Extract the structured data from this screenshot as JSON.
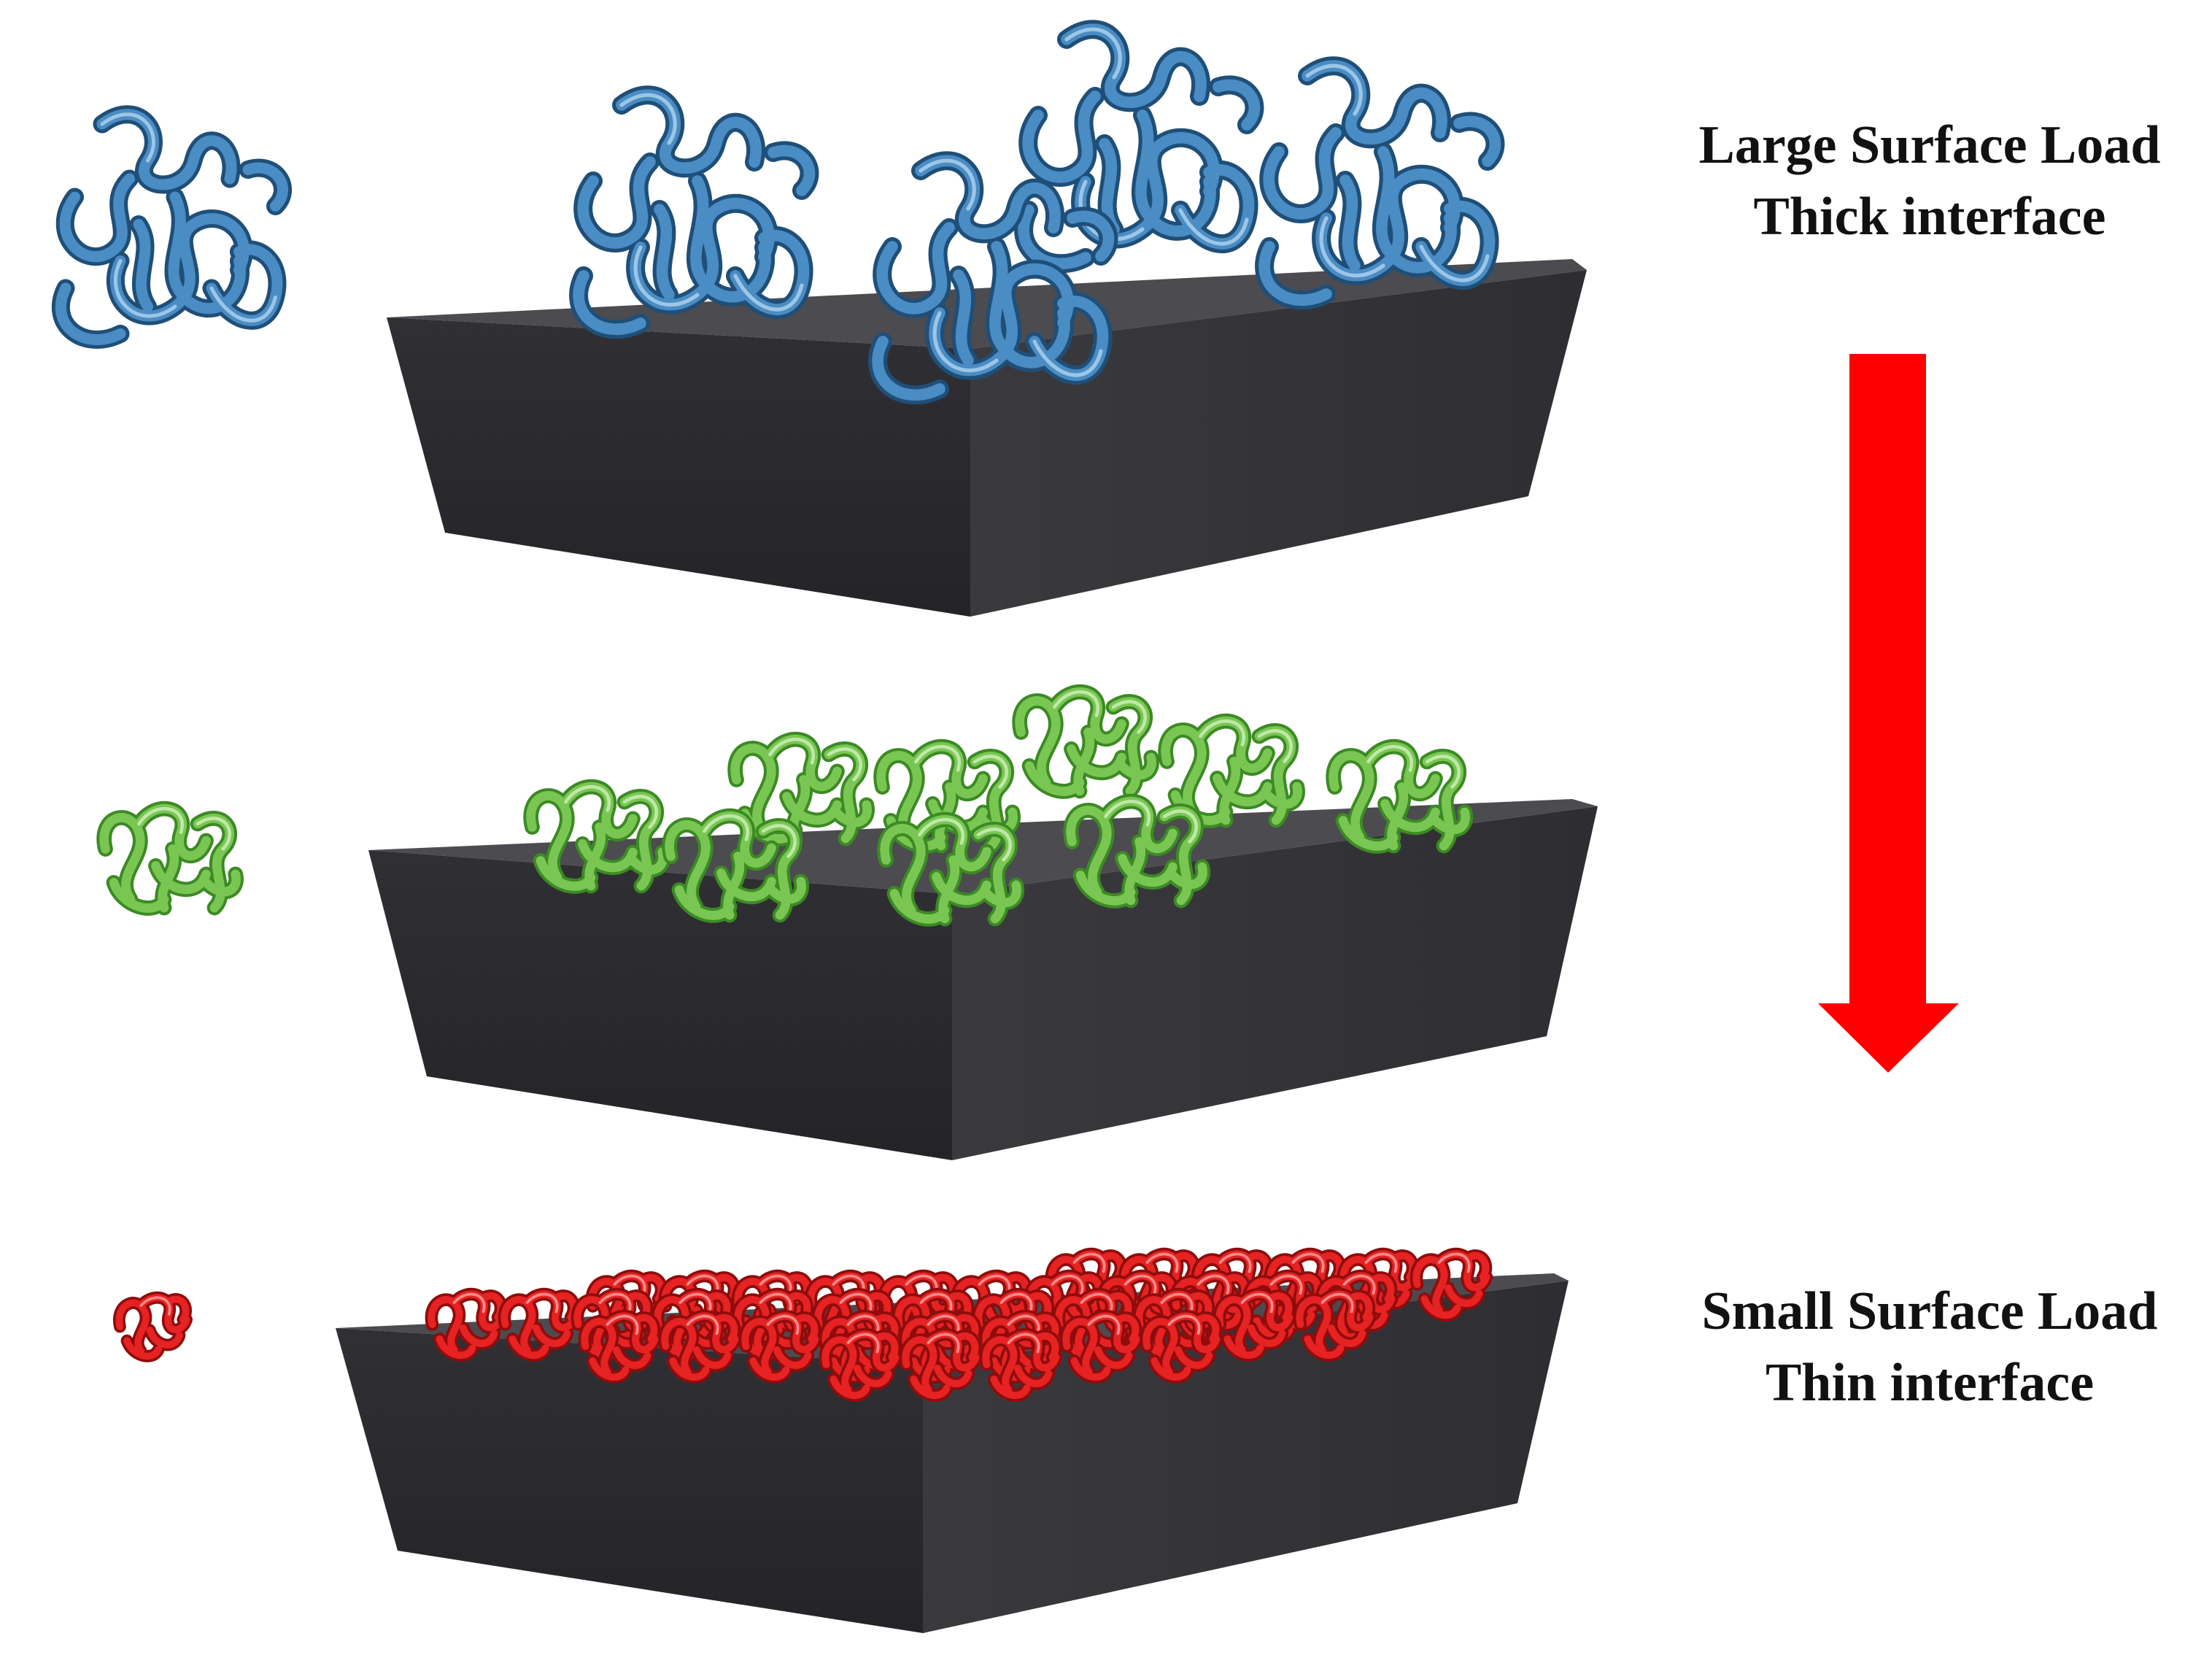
{
  "labels": {
    "top": {
      "line1": "Large Surface Load",
      "line2": "Thick interface"
    },
    "bottom": {
      "line1": "Small Surface Load",
      "line2": "Thin interface"
    }
  },
  "colors": {
    "background": "#ffffff",
    "slab_top": "#4a4a4e",
    "slab_front": "#2c2c30",
    "slab_side": "#3a3a3e",
    "protein_large": "#3f7fb3",
    "protein_medium": "#6cc04a",
    "protein_small": "#e01b1b",
    "arrow": "#ff0000"
  },
  "icons": {
    "protein_large": "coiled-protein-icon",
    "protein_medium": "folded-protein-icon",
    "protein_small": "compact-protein-icon",
    "arrow": "arrow-down-icon"
  }
}
